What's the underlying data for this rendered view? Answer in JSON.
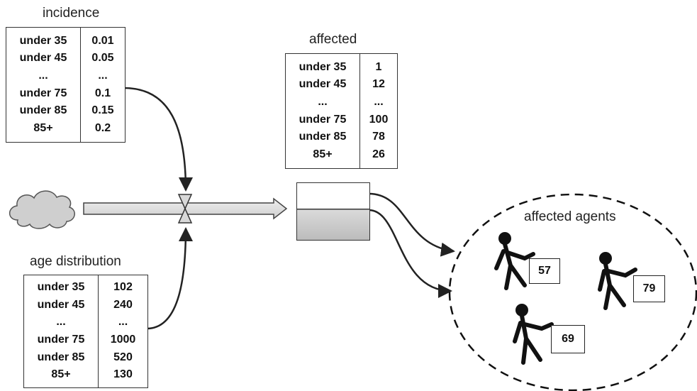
{
  "incidence": {
    "title": "incidence",
    "rows": [
      {
        "age": "under 35",
        "value": "0.01"
      },
      {
        "age": "under 45",
        "value": "0.05"
      },
      {
        "age": "...",
        "value": "..."
      },
      {
        "age": "under 75",
        "value": "0.1"
      },
      {
        "age": "under 85",
        "value": "0.15"
      },
      {
        "age": "85+",
        "value": "0.2"
      }
    ]
  },
  "affected": {
    "title": "affected",
    "rows": [
      {
        "age": "under 35",
        "value": "1"
      },
      {
        "age": "under 45",
        "value": "12"
      },
      {
        "age": "...",
        "value": "..."
      },
      {
        "age": "under 75",
        "value": "100"
      },
      {
        "age": "under 85",
        "value": "78"
      },
      {
        "age": "85+",
        "value": "26"
      }
    ]
  },
  "age_distribution": {
    "title": "age distribution",
    "rows": [
      {
        "age": "under 35",
        "value": "102"
      },
      {
        "age": "under 45",
        "value": "240"
      },
      {
        "age": "...",
        "value": "..."
      },
      {
        "age": "under 75",
        "value": "1000"
      },
      {
        "age": "under 85",
        "value": "520"
      },
      {
        "age": "85+",
        "value": "130"
      }
    ]
  },
  "agents": {
    "title": "affected agents",
    "ages": [
      "57",
      "79",
      "69"
    ]
  },
  "icons": [
    "cloud-icon",
    "valve-icon",
    "stickman-icon"
  ],
  "colors": {
    "flow_fill": "#dcdcdc",
    "stock_fill": "#d0d0d0",
    "line": "#222222"
  }
}
